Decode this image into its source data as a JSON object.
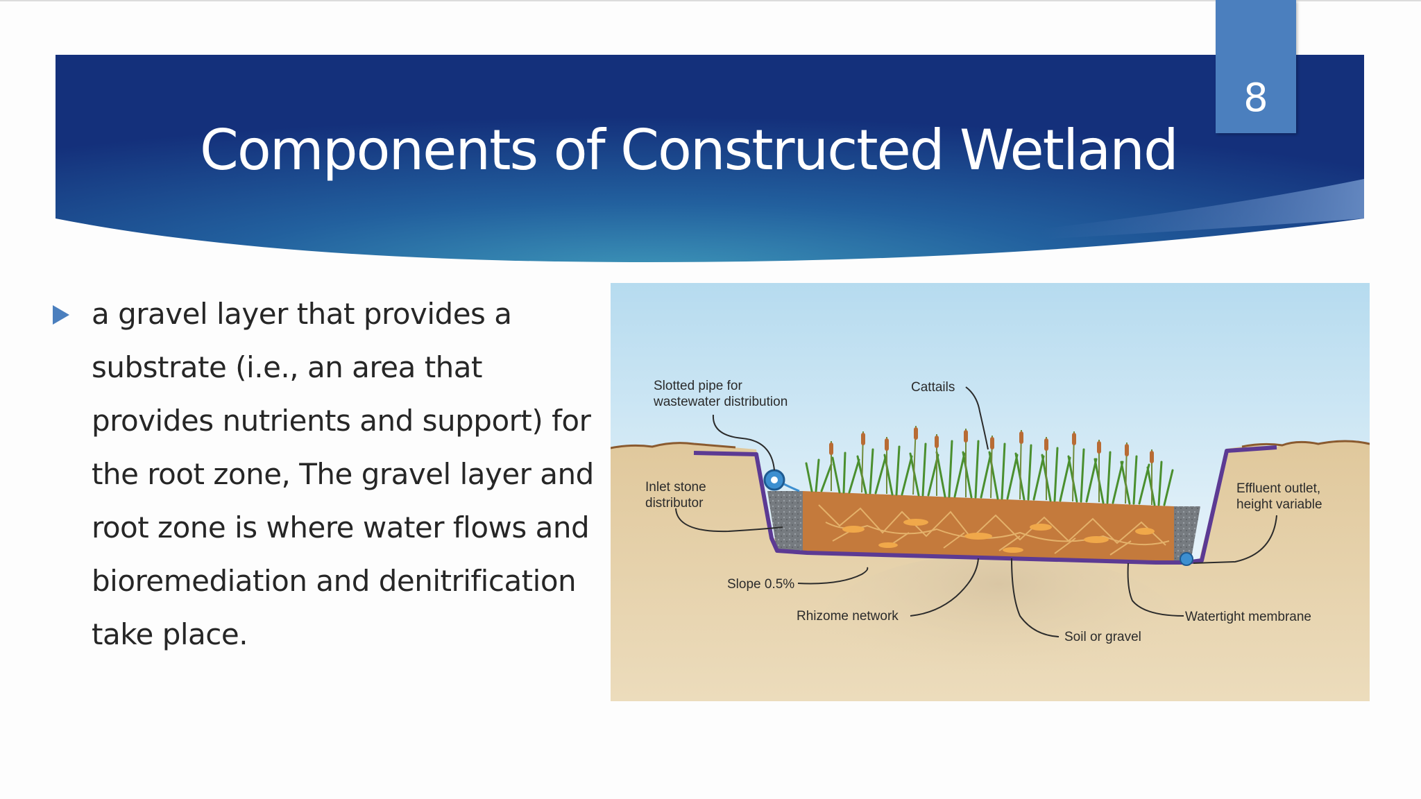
{
  "slide": {
    "title": "Components of Constructed Wetland",
    "page_number": "8",
    "bullet": {
      "icon": "triangle-right-icon",
      "text": "a gravel layer that provides a substrate (i.e., an area that provides nutrients and support) for the root zone, The gravel layer and root zone is where water flows and bioremediation and denitrification take place."
    }
  },
  "figure": {
    "labels": {
      "slotted_pipe_line1": "Slotted pipe for",
      "slotted_pipe_line2": "wastewater distribution",
      "cattails": "Cattails",
      "inlet_line1": "Inlet stone",
      "inlet_line2": "distributor",
      "effluent_line1": "Effluent outlet,",
      "effluent_line2": "height variable",
      "slope": "Slope 0.5%",
      "rhizome": "Rhizome network",
      "soil": "Soil or gravel",
      "membrane": "Watertight membrane"
    }
  },
  "colors": {
    "banner_dark": "#15307a",
    "banner_mid": "#2a6eaa",
    "page_box": "#4b7fbe",
    "bullet": "#4b7fbe",
    "sky_top": "#b7dcef",
    "ground": "#e2cea6",
    "gravel_bed": "#c77a3a",
    "membrane": "#5c3a93",
    "reeds": "#4a8f2e",
    "cattail_heads": "#b86b34"
  }
}
